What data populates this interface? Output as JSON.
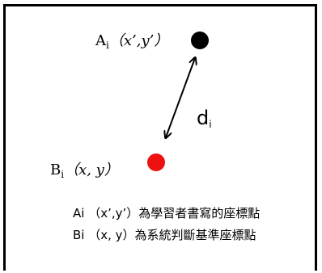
{
  "point_a": {
    "letter": "A",
    "subscript": "i",
    "coords": "（x’,y’）",
    "color": "#000000"
  },
  "point_b": {
    "letter": "B",
    "subscript": "i",
    "coords": "（x, y）",
    "color": "#ee1111"
  },
  "distance": {
    "letter": "d",
    "subscript": "i"
  },
  "legend": {
    "line1": "Ai （x’,y’）為學習者書寫的座標點",
    "line2": "Bi （x, y）為系統判斷基準座標點"
  }
}
